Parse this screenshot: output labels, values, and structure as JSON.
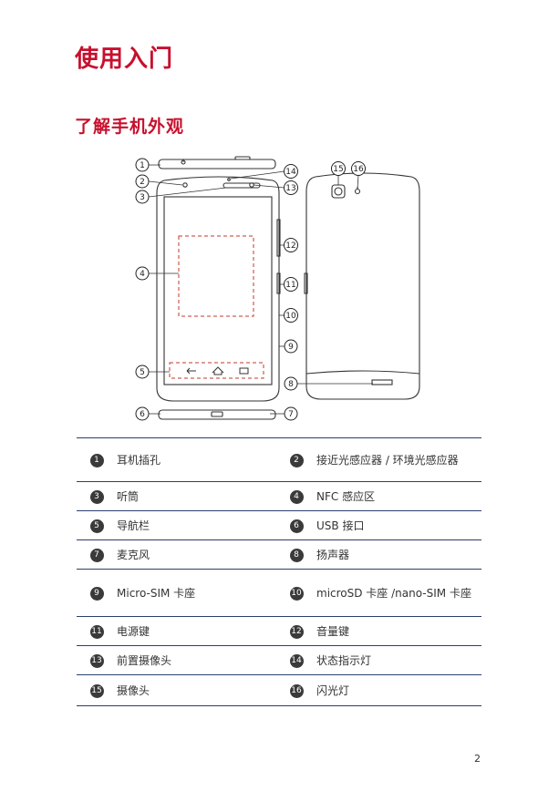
{
  "chapter_title": "使用入门",
  "section_title": "了解手机外观",
  "figure_callouts": [
    "1",
    "2",
    "3",
    "4",
    "5",
    "6",
    "7",
    "8",
    "9",
    "10",
    "11",
    "12",
    "13",
    "14",
    "15",
    "16"
  ],
  "parts": [
    {
      "n1": "1",
      "l1": "耳机插孔",
      "n2": "2",
      "l2": "接近光感应器 / 环境光感应器"
    },
    {
      "n1": "3",
      "l1": "听筒",
      "n2": "4",
      "l2": "NFC 感应区"
    },
    {
      "n1": "5",
      "l1": "导航栏",
      "n2": "6",
      "l2": "USB 接口"
    },
    {
      "n1": "7",
      "l1": "麦克风",
      "n2": "8",
      "l2": "扬声器"
    },
    {
      "n1": "9",
      "l1": "Micro-SIM 卡座",
      "n2": "10",
      "l2": "microSD 卡座 /nano-SIM 卡座"
    },
    {
      "n1": "11",
      "l1": "电源键",
      "n2": "12",
      "l2": "音量键"
    },
    {
      "n1": "13",
      "l1": "前置摄像头",
      "n2": "14",
      "l2": "状态指示灯"
    },
    {
      "n1": "15",
      "l1": "摄像头",
      "n2": "16",
      "l2": "闪光灯"
    }
  ],
  "page_number": "2"
}
